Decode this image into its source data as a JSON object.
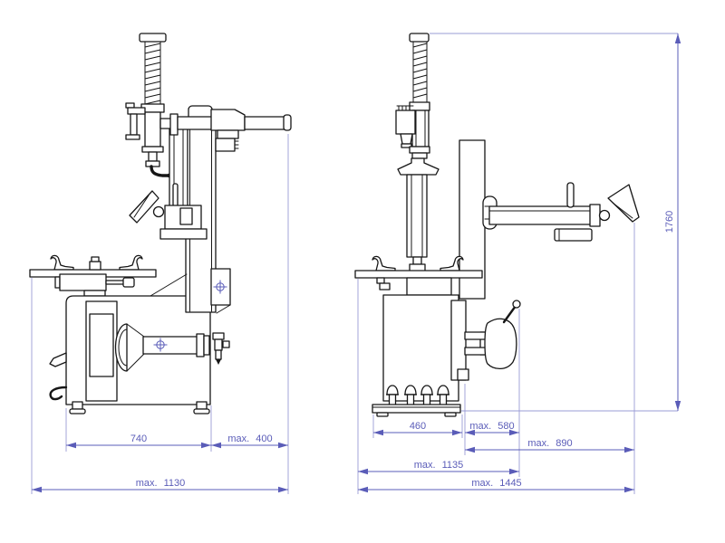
{
  "colors": {
    "line": "#161616",
    "dimension": "#5a5cb8",
    "extension": "#9a9cd6",
    "background": "#ffffff"
  },
  "views": {
    "front": {
      "dims": {
        "d740": "740",
        "d400": "max. 400",
        "d1130": "max. 1130"
      }
    },
    "side": {
      "dims": {
        "d460": "460",
        "d580": "max. 580",
        "d890": "max. 890",
        "d1135": "max. 1135",
        "d1445": "max. 1445",
        "d1760": "1760"
      }
    }
  }
}
